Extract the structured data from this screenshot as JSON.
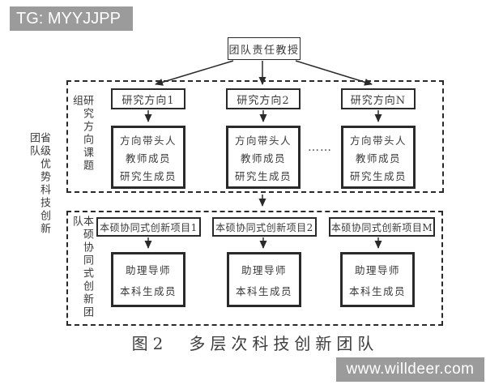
{
  "watermarks": {
    "top_left": "TG: MYYJJPP",
    "bottom_right": "www.willdeer.com",
    "background_color": "#9b9b9b",
    "text_color": "#ffffff"
  },
  "colors": {
    "line": "#2a2a2a",
    "text": "#3a3a3a",
    "background": "#ffffff"
  },
  "diagram": {
    "root_label": "团队责任教授",
    "side_label": "省级优势科技创新团队",
    "upper": {
      "group_label": "研究方向课题组",
      "ellipsis": "……",
      "columns": [
        {
          "title": "研究方向1",
          "members": [
            "方向带头人",
            "教师成员",
            "研究生成员"
          ]
        },
        {
          "title": "研究方向2",
          "members": [
            "方向带头人",
            "教师成员",
            "研究生成员"
          ]
        },
        {
          "title": "研究方向N",
          "members": [
            "方向带头人",
            "教师成员",
            "研究生成员"
          ]
        }
      ]
    },
    "lower": {
      "group_label": "本硕协同式创新团队",
      "columns": [
        {
          "title": "本硕协同式创新项目1",
          "members": [
            "助理导师",
            "本科生成员"
          ]
        },
        {
          "title": "本硕协同式创新项目2",
          "members": [
            "助理导师",
            "本科生成员"
          ]
        },
        {
          "title": "本硕协同式创新项目M",
          "members": [
            "助理导师",
            "本科生成员"
          ]
        }
      ]
    },
    "caption": "图2　多层次科技创新团队"
  }
}
